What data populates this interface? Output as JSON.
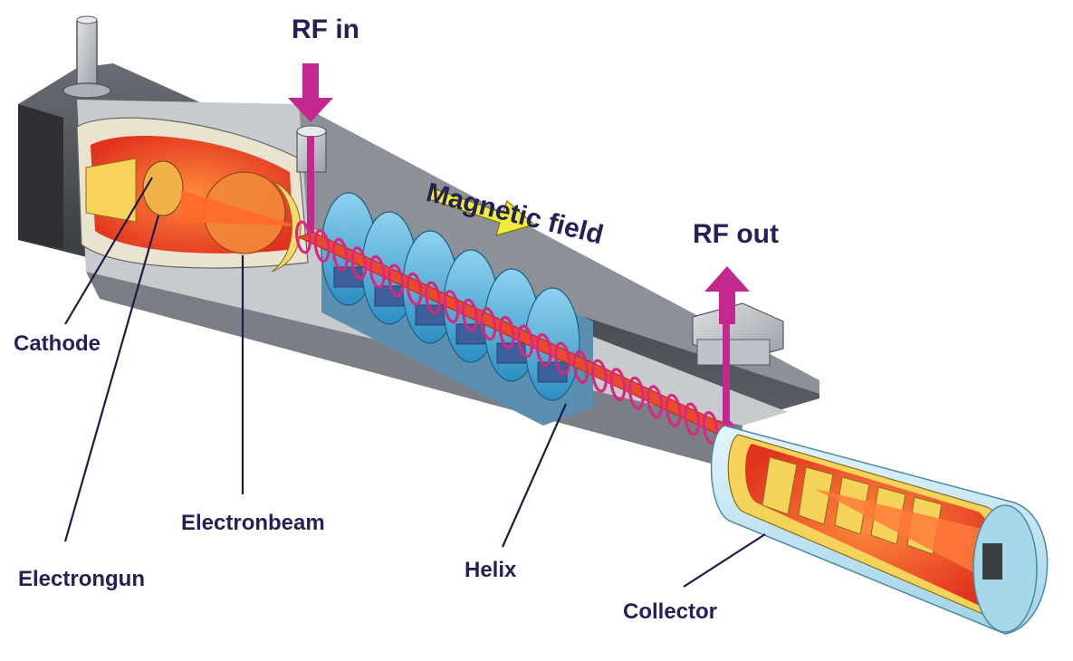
{
  "labels": {
    "rf_in": "RF in",
    "rf_out": "RF out",
    "magnetic_field": "Magnetic field",
    "cathode": "Cathode",
    "electrongun": "Electrongun",
    "electronbeam": "Electronbeam",
    "helix": "Helix",
    "collector": "Collector"
  },
  "colors": {
    "label_text": "#222259",
    "leader_line": "#1b1b4a",
    "rf_arrow": "#c2288e",
    "field_arrow": "#f4ec3a",
    "housing_dark": "#4a4d52",
    "housing_light": "#b9bcc2",
    "hot_core": "#f0502a",
    "magnet_blue": "#46a9d9",
    "helix_coil": "#d8287f",
    "collector_glass": "#bfe6f3"
  },
  "icons": [
    "rf-in-arrow-icon",
    "rf-out-arrow-icon",
    "magnetic-field-arrow-icon"
  ]
}
